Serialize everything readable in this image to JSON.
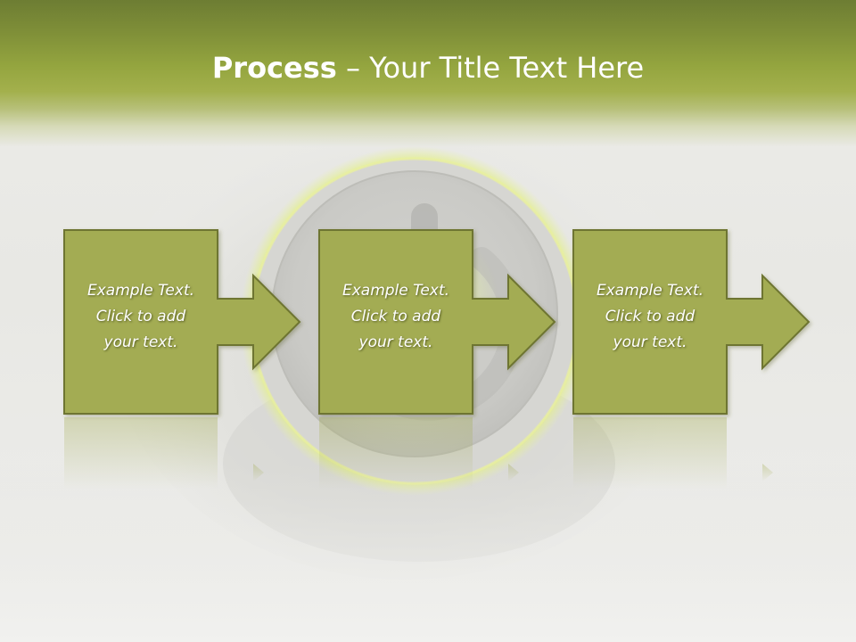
{
  "slide": {
    "title_bold": "Process",
    "title_rest": " – Your Title Text Here"
  },
  "steps": [
    {
      "line1": "Example Text.",
      "line2": "Click  to add",
      "line3": "your text."
    },
    {
      "line1": "Example Text.",
      "line2": "Click  to add",
      "line3": "your text."
    },
    {
      "line1": "Example Text.",
      "line2": "Click  to add",
      "line3": "your text."
    }
  ],
  "colors": {
    "box_fill": "#a3ac52",
    "box_border": "#6e7530",
    "header_dark": "#6d7d33",
    "header_mid": "#a3b04c",
    "glow": "#dfee7a"
  },
  "icons": {
    "background": "power-button-icon",
    "connector": "arrow-right-icon"
  }
}
